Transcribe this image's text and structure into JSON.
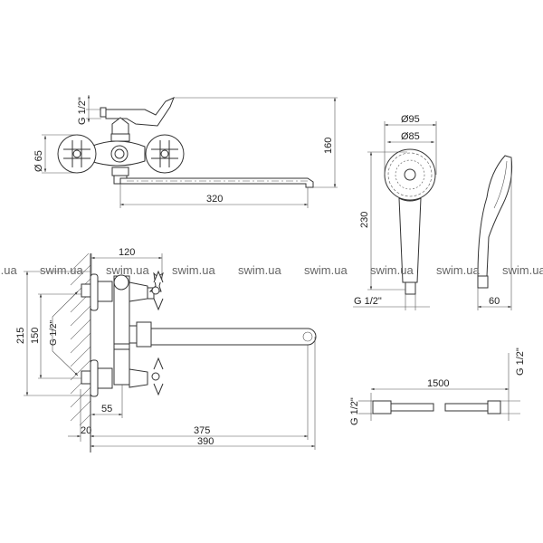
{
  "watermark": [
    "swim.ua",
    "swim.ua",
    "swim.ua",
    "swim.ua",
    "swim.ua",
    "swim.ua",
    "swim.ua",
    "swim.ua",
    "swim.ua"
  ],
  "front_view": {
    "dims": {
      "thread": "G 1/2\"",
      "handle_diameter": "Ø 65",
      "height": "160",
      "spout_length": "320"
    }
  },
  "side_view": {
    "dims": {
      "depth": "120",
      "total_height": "215",
      "centers": "150",
      "thread": "G 1/2\"",
      "body_offset": "55",
      "wall_gap": "20",
      "spout_reach": "375",
      "overall": "390"
    }
  },
  "shower_head": {
    "dims": {
      "outer_diameter": "Ø95",
      "face_diameter": "Ø85",
      "length": "230",
      "thread": "G 1/2\"",
      "depth": "60"
    }
  },
  "hose": {
    "dims": {
      "length": "1500",
      "thread_left": "G 1/2\"",
      "thread_right": "G 1/2\""
    }
  }
}
